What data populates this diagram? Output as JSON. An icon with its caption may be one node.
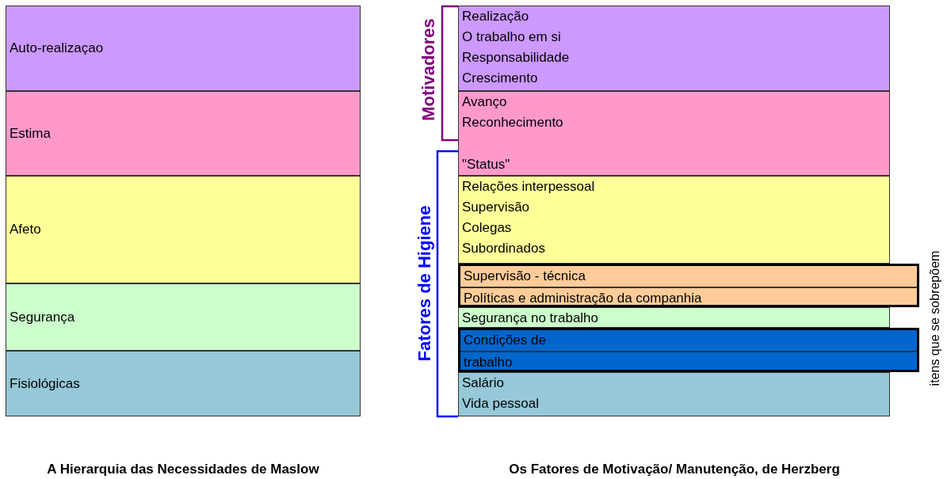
{
  "diagram": {
    "nodes": [
      {
        "text": [
          "Auto-realizaçao"
        ]
      },
      {
        "text": [
          "Estima"
        ]
      },
      {
        "text": [
          "Afeto"
        ]
      },
      {
        "text": [
          "Segurança"
        ]
      },
      {
        "text": [
          "Fisiológicas"
        ]
      },
      {
        "text": [
          "Realização",
          "O trabalho em si",
          "Responsabilidade",
          "Crescimento"
        ]
      },
      {
        "text": [
          "Avanço",
          "Reconhecimento",
          "\"Status\""
        ]
      },
      {
        "text": [
          "Relações interpessoal",
          "Supervisão",
          "Colegas",
          "Subordinados"
        ]
      },
      {
        "text": [
          "Supervisão - técnica",
          "Políticas e administração da companhia"
        ]
      },
      {
        "text": [
          "Segurança no trabalho"
        ]
      },
      {
        "text": [
          "Condições de",
          "trabalho"
        ]
      },
      {
        "text": [
          "Salário",
          "Vida pessoal"
        ]
      }
    ],
    "edges": [],
    "labels": [
      "Motivadores",
      "Fatores de Higiene",
      "itens que se sobrepõem",
      "A Hierarquia das Necessidades de Maslow",
      "Os Fatores de Motivação/ Manutenção, de Herzberg"
    ]
  }
}
